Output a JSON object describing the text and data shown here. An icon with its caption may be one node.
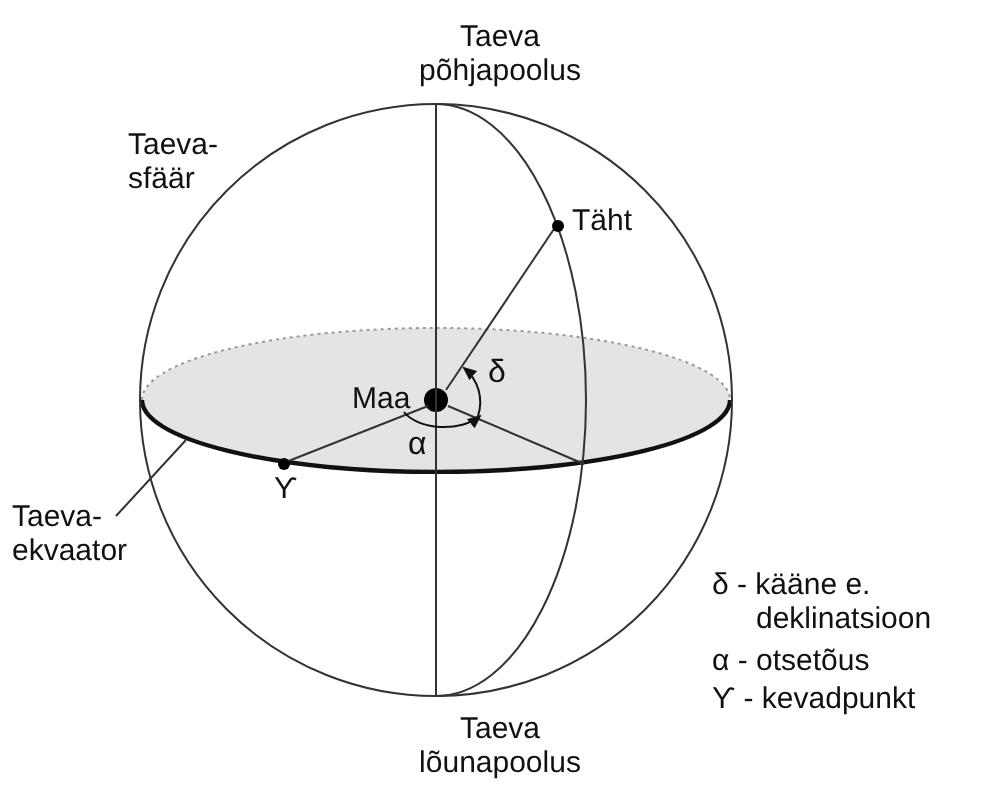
{
  "diagram": {
    "nodes": [
      {
        "text": [],
        "shape": "ellipse"
      },
      {
        "text": [
          "Maa"
        ],
        "in": 0
      },
      {
        "text": [
          "Täht"
        ]
      },
      {
        "text": [
          "ϒ"
        ]
      },
      {
        "text": [
          "Taeva-ekvaator"
        ]
      }
    ],
    "edges": [
      {
        "from": 1,
        "to": 2,
        "arrow": "none"
      },
      {
        "from": 1,
        "to": 3,
        "arrow": "none"
      },
      {
        "from": 1,
        "to": 0,
        "arrow": "none"
      },
      {
        "from": 4,
        "to": 0,
        "arrow": "none"
      }
    ],
    "labels": [
      "Taeva põhjapoolus",
      "Taeva-sfäär",
      "δ",
      "α",
      "Taeva lõunapoolus",
      "δ - kääne e. deklinatsioon",
      "α - otsetõus",
      "ϒ - kevadpunkt"
    ]
  }
}
